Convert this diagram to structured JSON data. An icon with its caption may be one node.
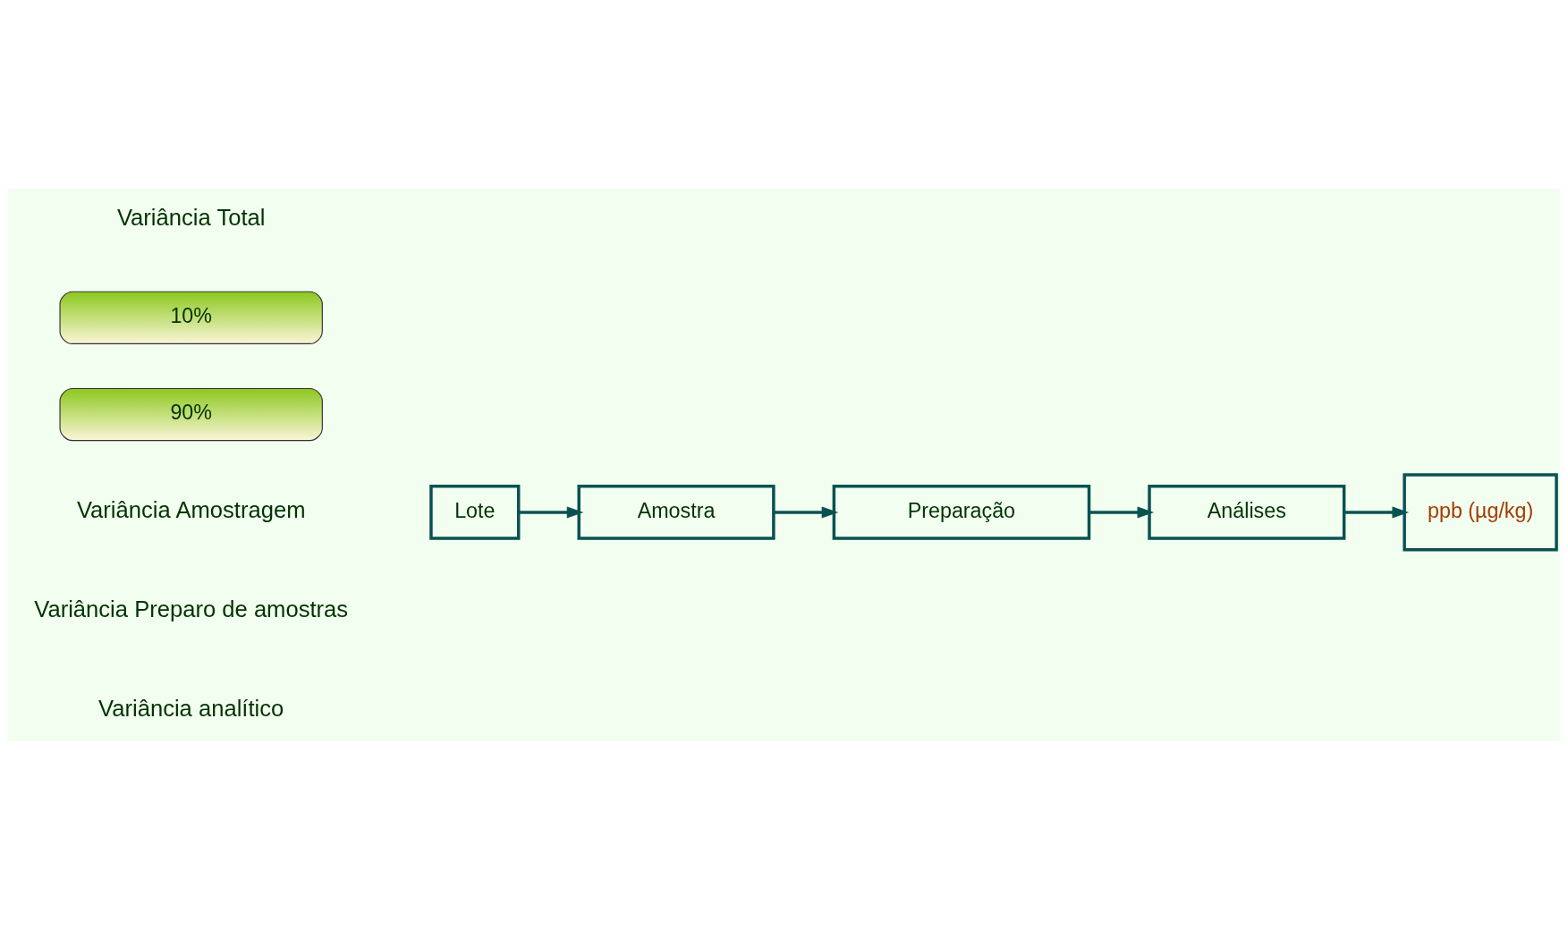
{
  "diagram": {
    "nodes": [
      {
        "text": [
          "Lote"
        ]
      },
      {
        "text": [
          "Amostra"
        ]
      },
      {
        "text": [
          "Preparação"
        ]
      },
      {
        "text": [
          "Análises"
        ]
      },
      {
        "text": [
          "ppb (µg/kg)"
        ]
      },
      {
        "text": [
          "90%"
        ]
      },
      {
        "text": [
          "10%"
        ]
      }
    ],
    "edges": [
      {
        "from": 0,
        "to": 1,
        "arrow": "to"
      },
      {
        "from": 1,
        "to": 2,
        "arrow": "to"
      },
      {
        "from": 2,
        "to": 3,
        "arrow": "to"
      },
      {
        "from": 3,
        "to": 4,
        "arrow": "to"
      }
    ],
    "labels": [
      "Variância Total",
      "Variância Amostragem",
      "Variância Preparo de amostras",
      "Variância analítico"
    ]
  }
}
